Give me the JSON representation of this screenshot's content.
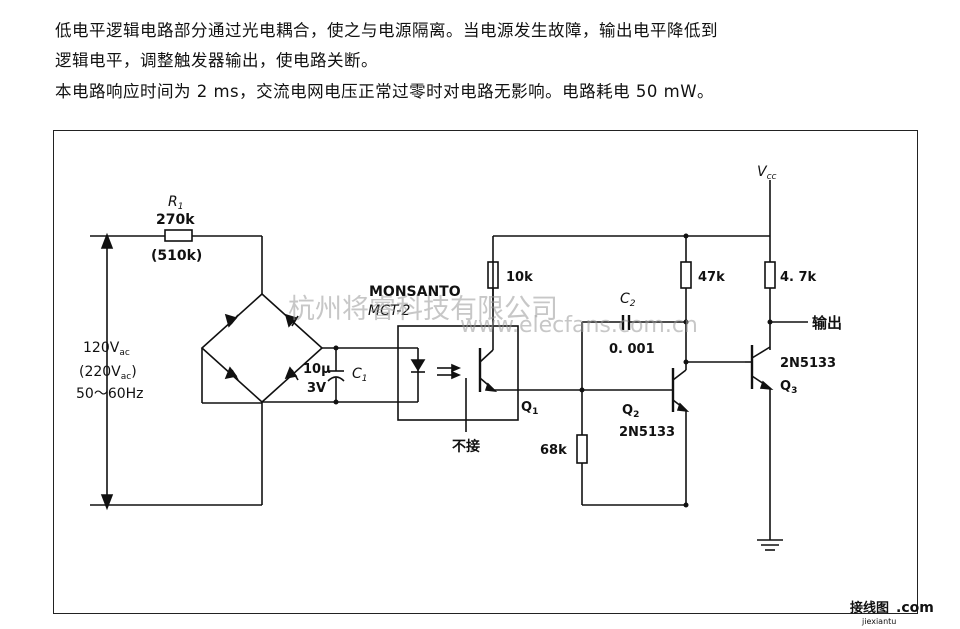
{
  "description": {
    "para1_line1": "低电平逻辑电路部分通过光电耦合，使之与电源隔离。当电源发生故障，输出电平降低到",
    "para1_line2": "逻辑电平，调整触发器输出，使电路关断。",
    "para2": "本电路响应时间为 2 ms，交流电网电压正常过零时对电路无影响。电路耗电 50 mW。"
  },
  "input": {
    "voltage": "120V",
    "voltage_sub": "ac",
    "alt_voltage": "(220V",
    "alt_voltage_sub": "ac",
    "alt_close": ")",
    "freq": "50～60Hz"
  },
  "r1": {
    "name": "R",
    "sub": "1",
    "value": "270k",
    "alt": "(510k)"
  },
  "c1": {
    "value": "10μ",
    "voltage": "3V",
    "name": "C",
    "sub": "1"
  },
  "optocoupler": {
    "maker": "MONSANTO",
    "model": "MCT-2",
    "q1": "Q",
    "q1_sub": "1",
    "nc": "不接"
  },
  "resistors": {
    "r10k": "10k",
    "r47k": "47k",
    "r4k7": "4. 7k",
    "r68k": "68k"
  },
  "c2": {
    "name": "C",
    "sub": "2",
    "value": "0. 001"
  },
  "q2": {
    "name": "Q",
    "sub": "2",
    "type": "2N5133"
  },
  "q3": {
    "name": "Q",
    "sub": "3",
    "type": "2N5133"
  },
  "supply": {
    "name": "V",
    "sub": "cc"
  },
  "output_label": "输出",
  "watermark": {
    "text1": "杭州将睿科技有限公司",
    "text2": "www.elecfans.com.cn",
    "logo": "接线图",
    "logo_suffix": ".com",
    "logo_small": "jiexiantu"
  }
}
